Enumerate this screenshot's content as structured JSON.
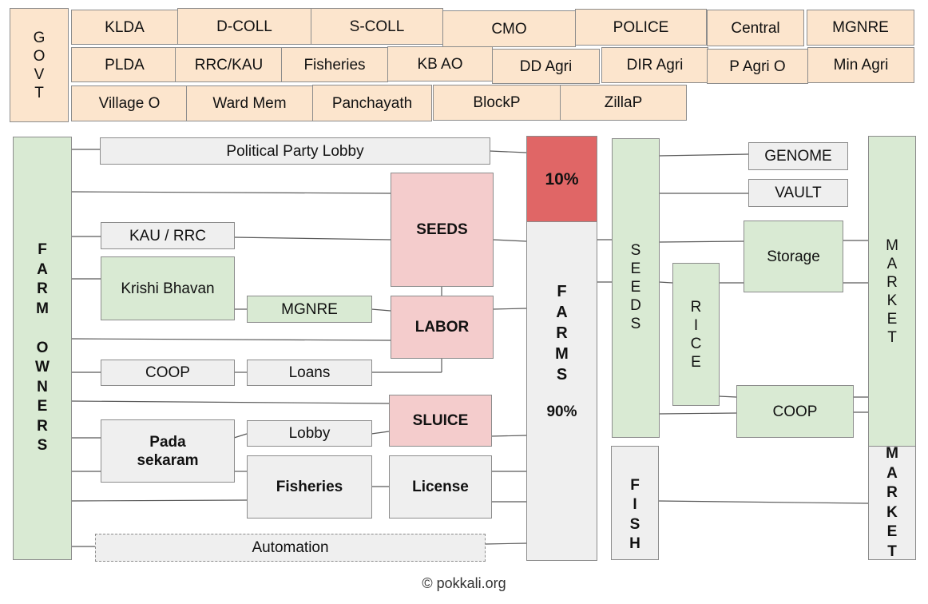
{
  "govt": {
    "label": "G\nO\nV\nT",
    "row1": [
      "KLDA",
      "D-COLL",
      "S-COLL",
      "CMO",
      "POLICE",
      "Central",
      "MGNRE"
    ],
    "row2": [
      "PLDA",
      "RRC/KAU",
      "Fisheries",
      "KB AO",
      "DD Agri",
      "DIR Agri",
      "P Agri O",
      "Min Agri"
    ],
    "row3": [
      "Village O",
      "Ward Mem",
      "Panchayath",
      "BlockP",
      "ZillaP"
    ]
  },
  "farm_owners": "F\nA\nR\nM\n\nO\nW\nN\nE\nR\nS",
  "middle": {
    "political_lobby": "Political Party Lobby",
    "kau_rrc": "KAU / RRC",
    "krishi_bhavan": "Krishi Bhavan",
    "mgnre": "MGNRE",
    "coop": "COOP",
    "loans": "Loans",
    "lobby": "Lobby",
    "pada_sekaram": "Pada\nsekaram",
    "fisheries": "Fisheries",
    "license": "License",
    "automation": "Automation",
    "seeds": "SEEDS",
    "labor": "LABOR",
    "sluice": "SLUICE"
  },
  "farms": {
    "top_percent": "10%",
    "label": "F\nA\nR\nM\nS",
    "bottom_percent": "90%"
  },
  "right": {
    "seeds_col": "S\nE\nE\nD\nS",
    "fish_col": "F\nI\nS\nH",
    "genome": "GENOME",
    "vault": "VAULT",
    "storage": "Storage",
    "rice": "R\nI\nC\nE",
    "coop": "COOP",
    "market_top": "M\nA\nR\nK\nE\nT",
    "market_bottom": "M\nA\nR\nK\nE\nT"
  },
  "footer": "© pokkali.org",
  "colors": {
    "govt_fill": "#fce5cd",
    "green_fill": "#d9ead3",
    "gray_fill": "#efefef",
    "pink_fill": "#f4cccc",
    "red_fill": "#e06666",
    "line": "#595959"
  }
}
